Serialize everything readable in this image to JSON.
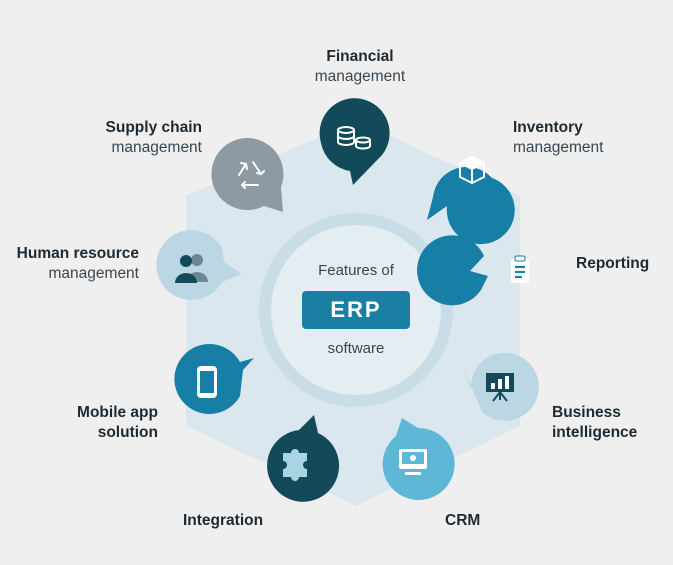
{
  "center": {
    "line1": "Features of",
    "badge": "ERP",
    "line2": "software"
  },
  "features": [
    {
      "id": "financial",
      "bold": "Financial",
      "normal": "management",
      "icon": "coins-stack-icon"
    },
    {
      "id": "inventory",
      "bold": "Inventory",
      "normal": "management",
      "icon": "package-box-icon"
    },
    {
      "id": "reporting",
      "bold": "Reporting",
      "normal": "",
      "icon": "clipboard-report-icon"
    },
    {
      "id": "business-intelligence",
      "bold": "Business",
      "bold2": "intelligence",
      "icon": "presentation-chart-icon"
    },
    {
      "id": "crm",
      "bold": "CRM",
      "normal": "",
      "icon": "monitor-gear-icon"
    },
    {
      "id": "integration",
      "bold": "Integration",
      "normal": "",
      "icon": "puzzle-piece-icon"
    },
    {
      "id": "mobile-app",
      "bold": "Mobile app",
      "bold2": "solution",
      "icon": "smartphone-icon"
    },
    {
      "id": "human-resource",
      "bold": "Human resource",
      "normal": "management",
      "icon": "users-icon"
    },
    {
      "id": "supply-chain",
      "bold": "Supply chain",
      "normal": "management",
      "icon": "recycle-arrows-icon"
    }
  ],
  "colors": {
    "background": "#efefef",
    "hexagon": "#dbe7ee",
    "ring": "#c9dde6",
    "center": "#dfeaf0",
    "dark_teal": "#134a5a",
    "mid_blue": "#177ea6",
    "light_blue": "#bcd7e4",
    "gray": "#8d9aa3"
  }
}
